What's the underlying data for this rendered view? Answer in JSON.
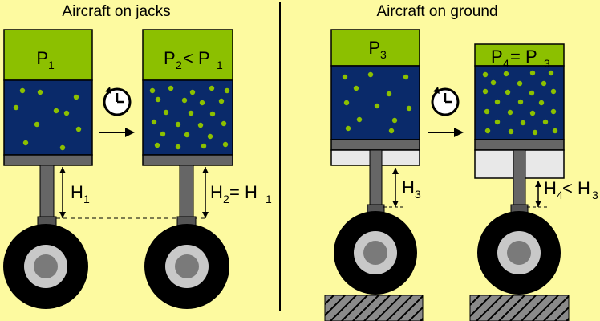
{
  "colors": {
    "background": "#fdfaa0",
    "piston_green": "#8cc000",
    "fluid_blue": "#0a2a6a",
    "bubble_green": "#8cc000",
    "rod_gray": "#666666",
    "empty_chamber": "#e8e8e8",
    "tire_black": "#000000",
    "hub_light": "#c8c8c8",
    "hub_dark": "#7a7a7a"
  },
  "titles": {
    "left": "Aircraft on jacks",
    "right": "Aircraft on ground"
  },
  "pressures": {
    "p1": {
      "main": "P",
      "sub": "1"
    },
    "p2": {
      "a": "P",
      "a_sub": "2",
      "op": "< P",
      "b_sub": "1"
    },
    "p3": {
      "main": "P",
      "sub": "3"
    },
    "p4": {
      "a": "P",
      "a_sub": "4",
      "op": "= P",
      "b_sub": "3"
    }
  },
  "heights": {
    "h1": {
      "main": "H",
      "sub": "1"
    },
    "h2": {
      "a": "H",
      "a_sub": "2",
      "op": "= H",
      "b_sub": "1"
    },
    "h3": {
      "main": "H",
      "sub": "3"
    },
    "h4": {
      "a": "H",
      "a_sub": "4",
      "op": "< H",
      "b_sub": "3"
    }
  },
  "icons": [
    "clock-icon",
    "arrow-right-icon",
    "tire-icon",
    "ground-hatch-icon"
  ]
}
